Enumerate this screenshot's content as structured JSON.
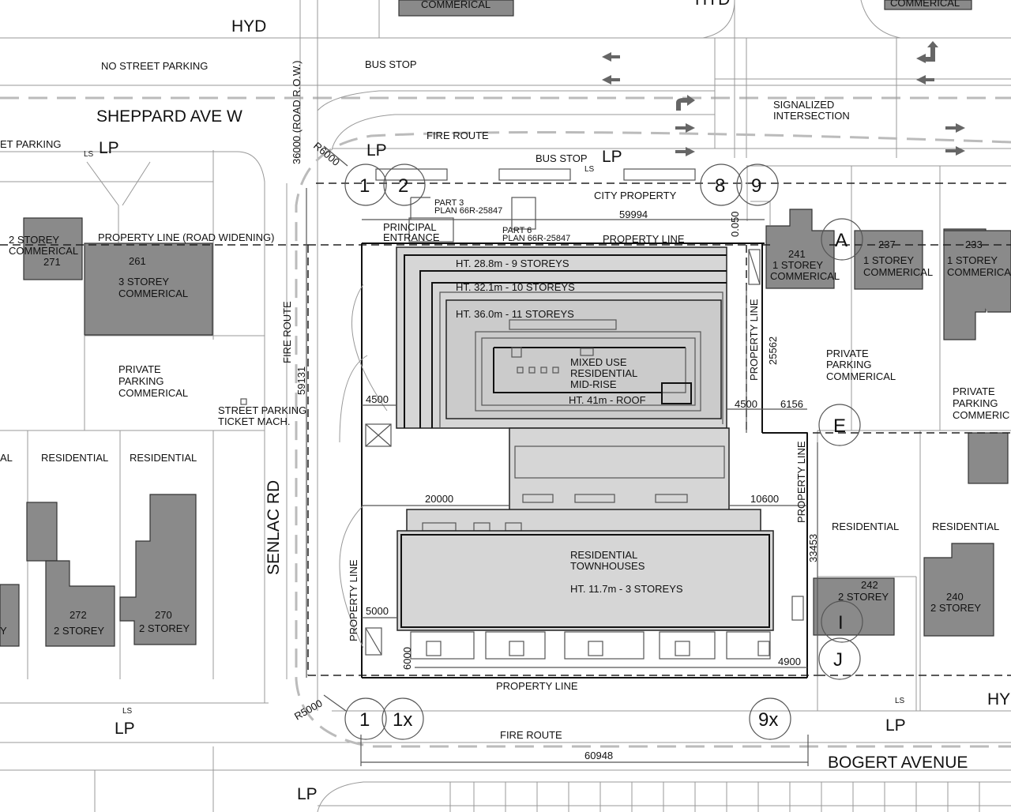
{
  "streets": {
    "sheppard": "SHEPPARD AVE W",
    "senlac": "SENLAC RD",
    "bogert": "BOGERT AVENUE",
    "senlac_row": "36000 (ROAD R.O.W.)"
  },
  "labels": {
    "hyd_left": "HYD",
    "hyd_right": "HYD",
    "hyd_top": "HYD",
    "commercial_top_left": "COMMERICAL",
    "commercial_top_right": "COMMERICAL",
    "no_street_parking": "NO STREET PARKING",
    "street_parking_left": "ET PARKING",
    "bus_stop_top": "BUS STOP",
    "bus_stop_mid": "BUS STOP",
    "fire_route_top": "FIRE ROUTE",
    "fire_route_left": "FIRE ROUTE",
    "fire_route_bottom": "FIRE ROUTE",
    "signalized": "SIGNALIZED",
    "intersection": "INTERSECTION",
    "city_property": "CITY PROPERTY",
    "part3": "PART 3",
    "plan3": "PLAN 66R-25847",
    "part6": "PART 6",
    "plan6": "PLAN 66R-25847",
    "principal": "PRINCIPAL",
    "entrance": "ENTRANCE",
    "property_line_widening": "PROPERTY LINE (ROAD WIDENING)",
    "property_line_top": "PROPERTY LINE",
    "property_line_bottom": "PROPERTY LINE",
    "property_line_left": "PROPERTY LINE",
    "property_line_right1": "PROPERTY LINE",
    "property_line_right2": "PROPERTY LINE",
    "street_parking": "STREET PARKING",
    "ticket": "TICKET MACH.",
    "private1": "PRIVATE",
    "parking1": "PARKING",
    "commercial1": "COMMERICAL",
    "private2": "PRIVATE",
    "parking2": "PARKING",
    "commercial2": "COMMERICAL",
    "private3": "PRIVATE",
    "parking3": "PARKING",
    "commercial3": "COMMERIC",
    "residential_l0": "AL",
    "residential_l1": "RESIDENTIAL",
    "residential_l2": "RESIDENTIAL",
    "residential_r1": "RESIDENTIAL",
    "residential_r2": "RESIDENTIAL"
  },
  "light_poles": [
    "LP",
    "LP",
    "LP",
    "LP",
    "LP",
    "LP"
  ],
  "light_standard": "LS",
  "buildings": {
    "b271_type": "2 STOREY",
    "b271_use": "COMMERICAL",
    "b271_num": "271",
    "b261_num": "261",
    "b261_type": "3 STOREY",
    "b261_use": "COMMERICAL",
    "b241_num": "241",
    "b241_type": "1 STOREY",
    "b241_use": "COMMERICAL",
    "b237_num": "237",
    "b237_type": "1 STOREY",
    "b237_use": "COMMERICAL",
    "b233_num": "233",
    "b233_type": "1 STOREY",
    "b233_use": "COMMERICAL",
    "b272_num": "272",
    "b272_type": "2 STOREY",
    "b270_num": "270",
    "b270_type": "2 STOREY",
    "b242_num": "242",
    "b242_type": "2 STOREY",
    "b240_num": "240",
    "b240_type": "2 STOREY",
    "b_far_left_type": "Y"
  },
  "proposal": {
    "ht9": "HT. 28.8m - 9 STOREYS",
    "ht10": "HT. 32.1m - 10 STOREYS",
    "ht11": "HT. 36.0m - 11 STOREYS",
    "mixed1": "MIXED USE",
    "mixed2": "RESIDENTIAL",
    "mixed3": "MID-RISE",
    "roof": "HT. 41m - ROOF",
    "town1": "RESIDENTIAL",
    "town2": "TOWNHOUSES",
    "town_ht": "HT. 11.7m - 3 STOREYS"
  },
  "dimensions": {
    "d59994": "59994",
    "d0050": "0.050",
    "d25562": "25562",
    "d59131": "59131",
    "d4500l": "4500",
    "d4500r": "4500",
    "d6156": "6156",
    "d20000": "20000",
    "d10600": "10600",
    "d33453": "33453",
    "d5000": "5000",
    "d6000": "6000",
    "d4900": "4900",
    "d60948": "60948",
    "r6000": "R6000",
    "r5000": "R5000"
  },
  "grid": {
    "g1_top": "1",
    "g2": "2",
    "g8": "8",
    "g9": "9",
    "gA": "A",
    "gE": "E",
    "gI": "I",
    "gJ": "J",
    "g1_bot": "1",
    "g1x": "1x",
    "g9x": "9x"
  }
}
